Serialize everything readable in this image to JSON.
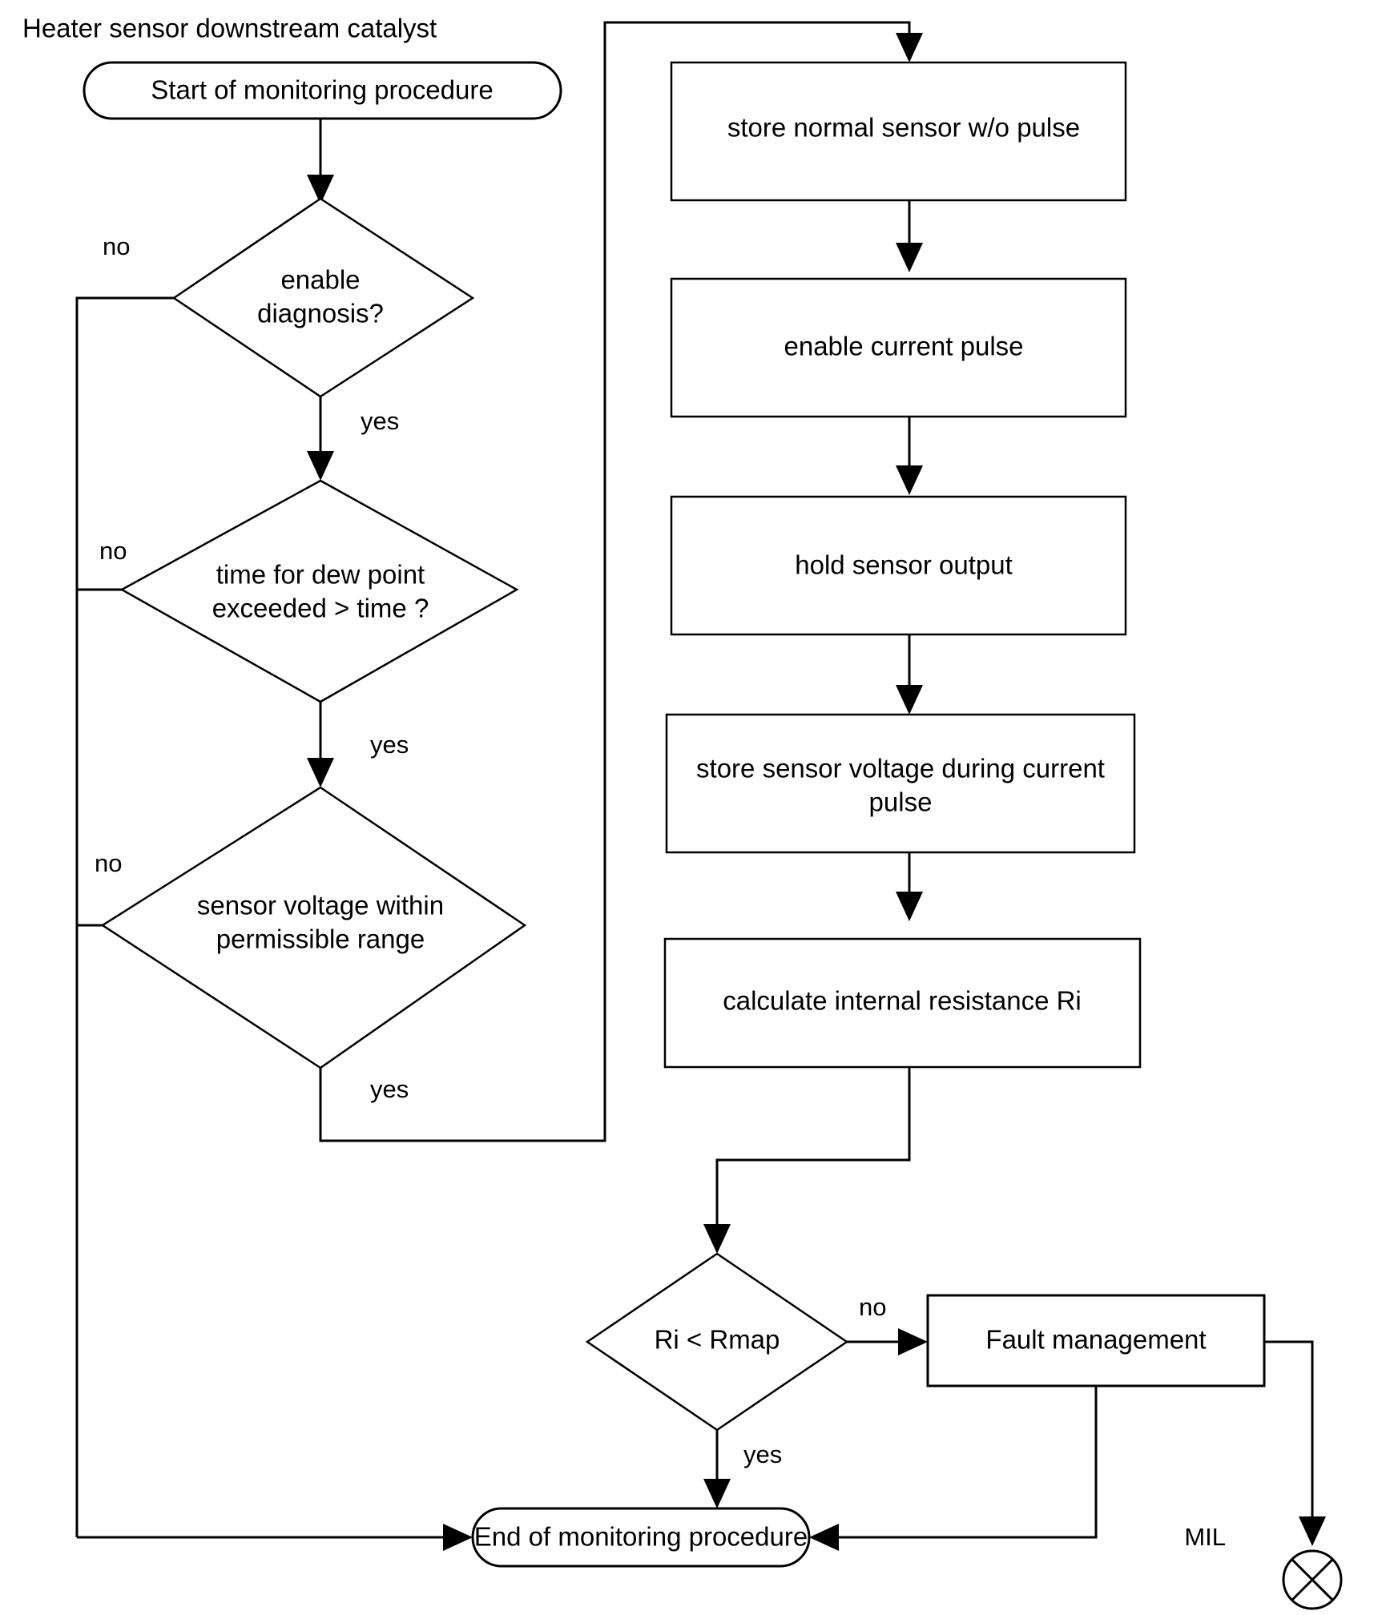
{
  "diagram": {
    "title": "Heater sensor downstream catalyst",
    "type": "flowchart",
    "nodes": {
      "start": {
        "label": "Start of monitoring procedure",
        "shape": "terminator"
      },
      "d1": {
        "label_line1": "enable",
        "label_line2": "diagnosis?",
        "shape": "decision"
      },
      "d2": {
        "label_line1": "time for dew point",
        "label_line2": "exceeded > time ?",
        "shape": "decision"
      },
      "d3": {
        "label_line1": "sensor voltage within",
        "label_line2": "permissible range",
        "shape": "decision"
      },
      "p1": {
        "label": "store normal sensor w/o pulse",
        "shape": "process"
      },
      "p2": {
        "label": "enable current pulse",
        "shape": "process"
      },
      "p3": {
        "label": "hold sensor output",
        "shape": "process"
      },
      "p4": {
        "label_line1": "store sensor voltage during current",
        "label_line2": "pulse",
        "shape": "process"
      },
      "p5": {
        "label": "calculate internal resistance Ri",
        "shape": "process"
      },
      "d4": {
        "label": "Ri < Rmap",
        "shape": "decision"
      },
      "fault": {
        "label": "Fault management",
        "shape": "process"
      },
      "end": {
        "label": "End of monitoring procedure",
        "shape": "terminator"
      },
      "mil": {
        "label": "MIL",
        "shape": "indicator-circle-x"
      }
    },
    "edge_labels": {
      "d1_no": "no",
      "d1_yes": "yes",
      "d2_no": "no",
      "d2_yes": "yes",
      "d3_no": "no",
      "d3_yes": "yes",
      "d4_no": "no",
      "d4_yes": "yes"
    },
    "colors": {
      "stroke": "#000000",
      "fill": "#ffffff",
      "text": "#000000"
    }
  }
}
